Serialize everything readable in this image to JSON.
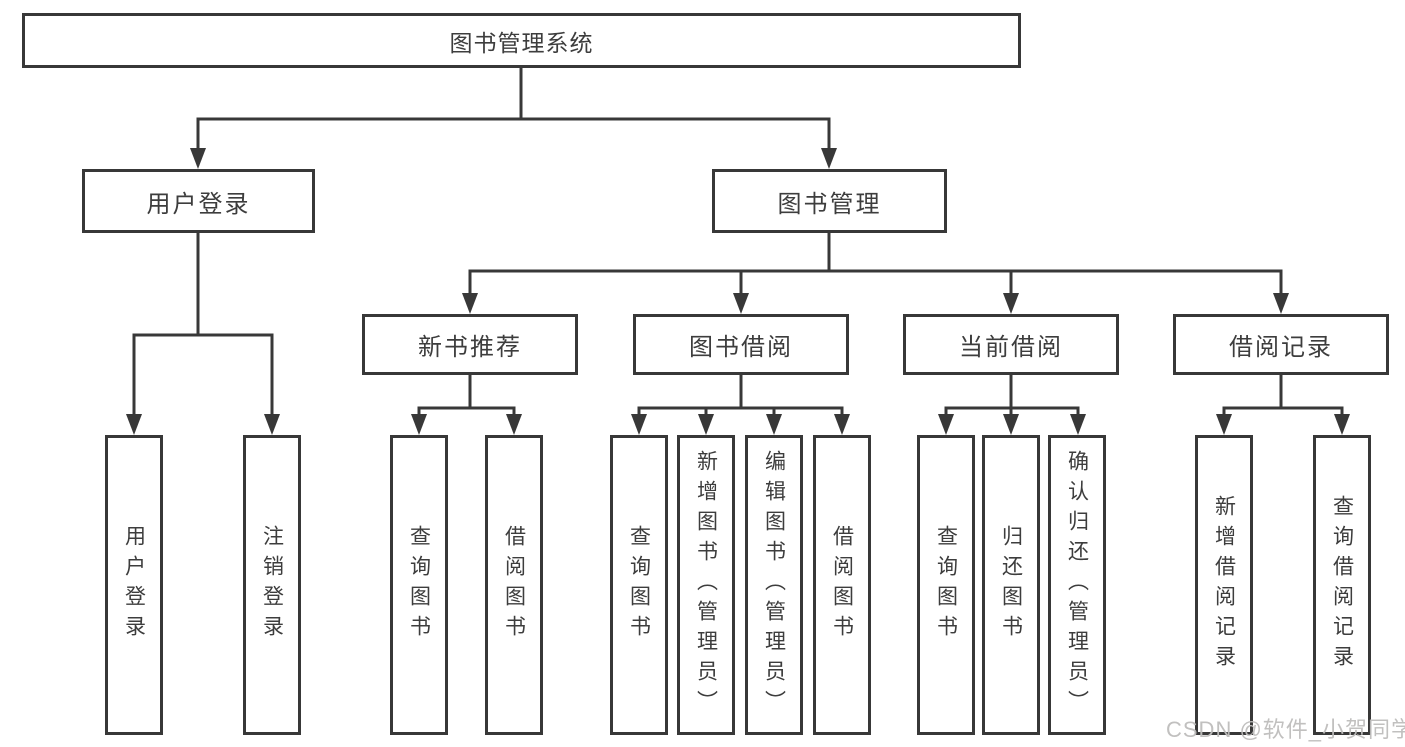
{
  "tree": {
    "label": "图书管理系统",
    "children": [
      {
        "label": "用户登录",
        "children": [
          {
            "label": "用户登录"
          },
          {
            "label": "注销登录"
          }
        ]
      },
      {
        "label": "图书管理",
        "children": [
          {
            "label": "新书推荐",
            "children": [
              {
                "label": "查询图书"
              },
              {
                "label": "借阅图书"
              }
            ]
          },
          {
            "label": "图书借阅",
            "children": [
              {
                "label": "查询图书"
              },
              {
                "label": "新增图书（管理员）"
              },
              {
                "label": "编辑图书（管理员）"
              },
              {
                "label": "借阅图书"
              }
            ]
          },
          {
            "label": "当前借阅",
            "children": [
              {
                "label": "查询图书"
              },
              {
                "label": "归还图书"
              },
              {
                "label": "确认归还（管理员）"
              }
            ]
          },
          {
            "label": "借阅记录",
            "children": [
              {
                "label": "新增借阅记录"
              },
              {
                "label": "查询借阅记录"
              }
            ]
          }
        ]
      }
    ]
  },
  "watermark": {
    "text": "CSDN @软件_小贺同学"
  },
  "colors": {
    "line": "#383838",
    "text": "#3d3d3d",
    "background": "#ffffff",
    "watermark": "#bebdbc"
  }
}
